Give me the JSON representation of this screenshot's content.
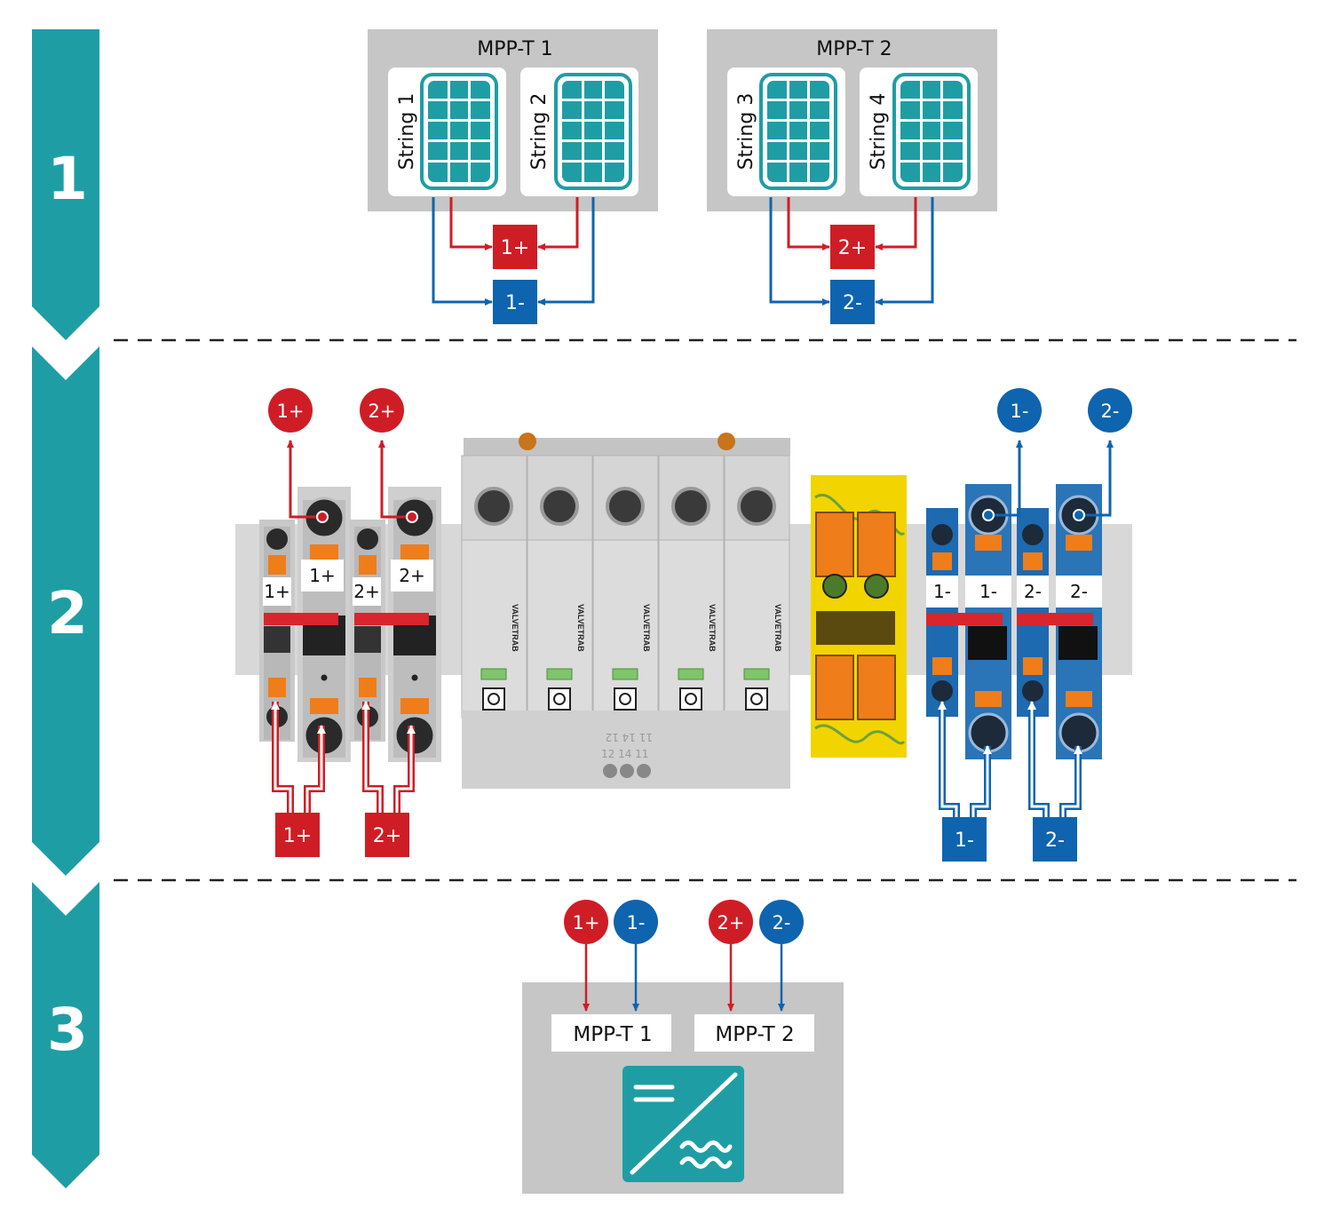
{
  "steps": [
    "1",
    "2",
    "3"
  ],
  "mppt_groups": [
    {
      "title": "MPP-T 1",
      "strings": [
        "String 1",
        "String 2"
      ],
      "plus": "1+",
      "minus": "1-"
    },
    {
      "title": "MPP-T 2",
      "strings": [
        "String 3",
        "String 4"
      ],
      "plus": "2+",
      "minus": "2-"
    }
  ],
  "terminals": {
    "out_top": [
      "1+",
      "2+",
      "1-",
      "2-"
    ],
    "blocks": [
      "1+",
      "1+",
      "2+",
      "2+",
      "1-",
      "1-",
      "2-",
      "2-"
    ],
    "inputs": [
      "1+",
      "2+",
      "1-",
      "2-"
    ]
  },
  "spd": {
    "brand": "VALVETRAB",
    "contact_labels_top": "11 14 12",
    "contact_labels_bottom": "12 14 11"
  },
  "inverter": {
    "inputs": [
      "1+",
      "1-",
      "2+",
      "2-"
    ],
    "ports": [
      "MPP-T 1",
      "MPP-T 2"
    ],
    "symbol": "DC/AC"
  },
  "colors": {
    "teal": "#1e9ea4",
    "red": "#cf1d26",
    "blue": "#0e64ae",
    "grey_panel": "#c6c6c6",
    "orange": "#ef7d1a",
    "yellow": "#f2d400"
  }
}
